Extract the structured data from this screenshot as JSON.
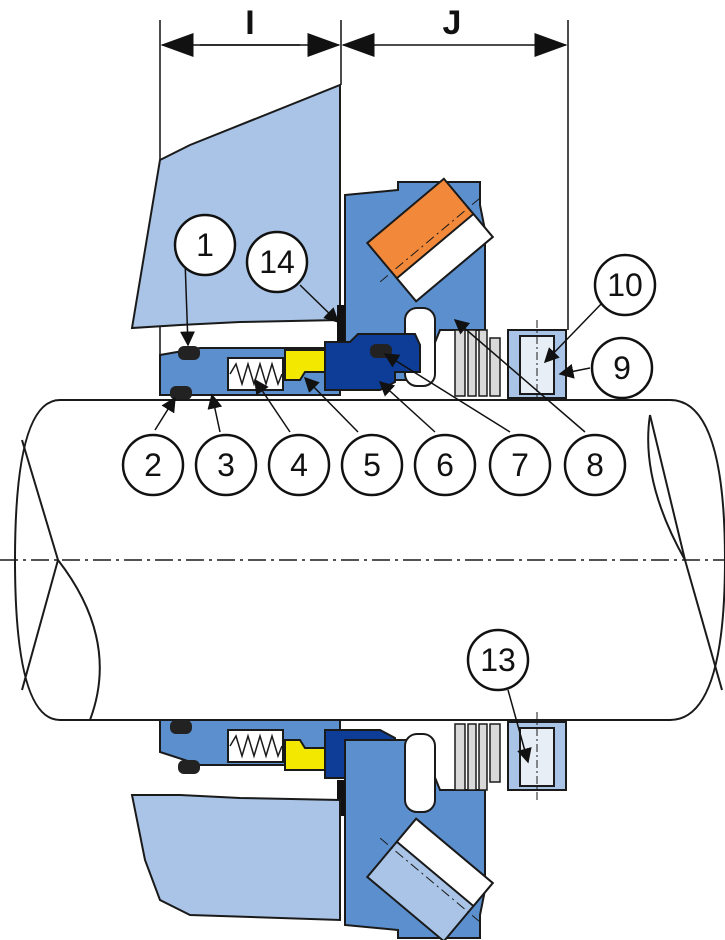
{
  "dimensions": {
    "left_label": "I",
    "right_label": "J"
  },
  "callouts": [
    {
      "id": "c1",
      "text": "1"
    },
    {
      "id": "c2",
      "text": "2"
    },
    {
      "id": "c3",
      "text": "3"
    },
    {
      "id": "c4",
      "text": "4"
    },
    {
      "id": "c5",
      "text": "5"
    },
    {
      "id": "c6",
      "text": "6"
    },
    {
      "id": "c7",
      "text": "7"
    },
    {
      "id": "c8",
      "text": "8"
    },
    {
      "id": "c9",
      "text": "9"
    },
    {
      "id": "c10",
      "text": "10"
    },
    {
      "id": "c13",
      "text": "13"
    },
    {
      "id": "c14",
      "text": "14"
    }
  ],
  "colors": {
    "housing": "#a9c4e6",
    "seal_body": "#5b8fce",
    "seal_dark": "#0d3d96",
    "face_ring": "#f2e800",
    "bearing_orange": "#f2883a",
    "shaft": "#ffffff",
    "outline": "#1a1a1a"
  }
}
